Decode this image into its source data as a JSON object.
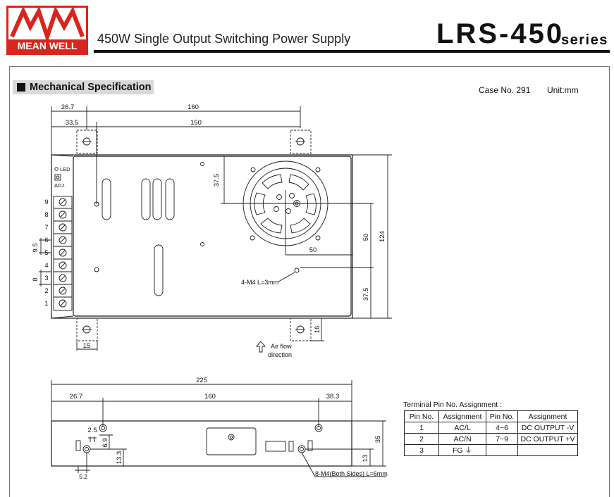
{
  "header": {
    "logo_mark": "MW",
    "logo_text": "MEAN WELL",
    "subtitle": "450W Single Output Switching Power Supply",
    "model": "LRS-450",
    "series": "series"
  },
  "section": {
    "title": "Mechanical Specification",
    "case_no": "Case No. 291",
    "unit": "Unit:mm"
  },
  "top_view": {
    "dimensions": {
      "d26_7": "26.7",
      "d160": "160",
      "d33_5": "33.5",
      "d150": "150",
      "d37_5_top": "37.5",
      "d50_h": "50",
      "d50_v": "50",
      "d124": "124",
      "d37_5_bottom": "37.5",
      "d9_5": "9.5",
      "d8": "8",
      "d15": "15",
      "d16": "16"
    },
    "labels": {
      "led": "LED",
      "adj": "ADJ.",
      "screw_note": "4-M4 L=3mm",
      "airflow": "Air flow",
      "airflow2": "direction"
    },
    "terminals": [
      "9",
      "8",
      "7",
      "6",
      "5",
      "4",
      "3",
      "2",
      "1"
    ]
  },
  "side_view": {
    "dimensions": {
      "d225": "225",
      "d26_7": "26.7",
      "d160": "160",
      "d38_3": "38.3",
      "d2_5": "2.5",
      "d6_9": "6.9",
      "d13_3": "13.3",
      "d5_2": "5.2",
      "d35": "35",
      "d13": "13"
    },
    "screw_note": "8-M4(Both Sides) L=6mm"
  },
  "pin_table": {
    "title": "Terminal Pin No. Assignment :",
    "headers": [
      "Pin No.",
      "Assignment",
      "Pin No.",
      "Assignment"
    ],
    "rows": [
      [
        "1",
        "AC/L",
        "4~6",
        "DC OUTPUT -V"
      ],
      [
        "2",
        "AC/N",
        "7~9",
        "DC OUTPUT +V"
      ],
      [
        "3",
        "FG ⏚",
        "",
        ""
      ]
    ]
  },
  "colors": {
    "brand_red": "#d9261c",
    "line": "#1a1a1a",
    "section_tab": "#d9d9d9"
  }
}
